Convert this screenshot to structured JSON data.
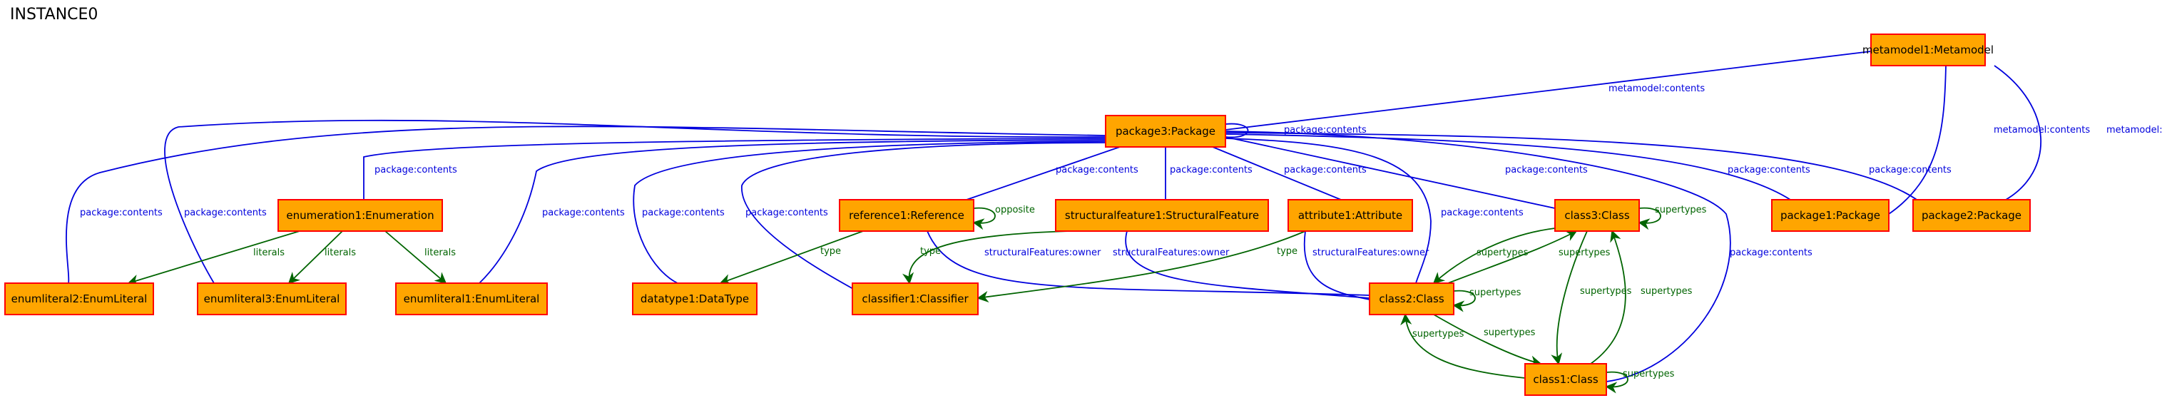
{
  "title": "INSTANCE0",
  "colors": {
    "contents": "#0000dd",
    "ref": "#006400",
    "node_fill": "#ffa500",
    "node_stroke": "#ff0000"
  },
  "nodes": [
    {
      "id": "metamodel1",
      "label": "metamodel1:Metamodel"
    },
    {
      "id": "package3",
      "label": "package3:Package"
    },
    {
      "id": "enumeration1",
      "label": "enumeration1:Enumeration"
    },
    {
      "id": "reference1",
      "label": "reference1:Reference"
    },
    {
      "id": "sf1",
      "label": "structuralfeature1:StructuralFeature"
    },
    {
      "id": "attribute1",
      "label": "attribute1:Attribute"
    },
    {
      "id": "class3",
      "label": "class3:Class"
    },
    {
      "id": "package1",
      "label": "package1:Package"
    },
    {
      "id": "package2",
      "label": "package2:Package"
    },
    {
      "id": "enumliteral2",
      "label": "enumliteral2:EnumLiteral"
    },
    {
      "id": "enumliteral3",
      "label": "enumliteral3:EnumLiteral"
    },
    {
      "id": "enumliteral1",
      "label": "enumliteral1:EnumLiteral"
    },
    {
      "id": "datatype1",
      "label": "datatype1:DataType"
    },
    {
      "id": "classifier1",
      "label": "classifier1:Classifier"
    },
    {
      "id": "class2",
      "label": "class2:Class"
    },
    {
      "id": "class1",
      "label": "class1:Class"
    }
  ],
  "edges": [
    {
      "id": "e-mm-p3",
      "kind": "contents",
      "label": "metamodel:contents"
    },
    {
      "id": "e-mm-p1",
      "kind": "contents",
      "label": "metamodel:contents"
    },
    {
      "id": "e-mm-p2",
      "kind": "contents",
      "label": "metamodel:contents"
    },
    {
      "id": "e-p3-self",
      "kind": "contents",
      "label": "package:contents"
    },
    {
      "id": "e-p3-el2",
      "kind": "contents",
      "label": "package:contents"
    },
    {
      "id": "e-p3-el3",
      "kind": "contents",
      "label": "package:contents"
    },
    {
      "id": "e-p3-enum",
      "kind": "contents",
      "label": "package:contents"
    },
    {
      "id": "e-p3-el1",
      "kind": "contents",
      "label": "package:contents"
    },
    {
      "id": "e-p3-dt",
      "kind": "contents",
      "label": "package:contents"
    },
    {
      "id": "e-p3-cf",
      "kind": "contents",
      "label": "package:contents"
    },
    {
      "id": "e-p3-ref",
      "kind": "contents",
      "label": "package:contents"
    },
    {
      "id": "e-p3-sf",
      "kind": "contents",
      "label": "package:contents"
    },
    {
      "id": "e-p3-attr",
      "kind": "contents",
      "label": "package:contents"
    },
    {
      "id": "e-p3-c2",
      "kind": "contents",
      "label": "package:contents"
    },
    {
      "id": "e-p3-c3",
      "kind": "contents",
      "label": "package:contents"
    },
    {
      "id": "e-p3-p1",
      "kind": "contents",
      "label": "package:contents"
    },
    {
      "id": "e-p3-p2",
      "kind": "contents",
      "label": "package:contents"
    },
    {
      "id": "e-p3-c1",
      "kind": "contents",
      "label": "package:contents"
    },
    {
      "id": "e-enum-el2",
      "kind": "ref",
      "label": "literals"
    },
    {
      "id": "e-enum-el3",
      "kind": "ref",
      "label": "literals"
    },
    {
      "id": "e-enum-el1",
      "kind": "ref",
      "label": "literals"
    },
    {
      "id": "e-ref-self",
      "kind": "ref",
      "label": "opposite"
    },
    {
      "id": "e-ref-dt",
      "kind": "ref",
      "label": "type"
    },
    {
      "id": "e-ref-c2",
      "kind": "contents",
      "label": "structuralFeatures:owner"
    },
    {
      "id": "e-sf-cf",
      "kind": "ref",
      "label": "type"
    },
    {
      "id": "e-sf-c2",
      "kind": "contents",
      "label": "structuralFeatures:owner"
    },
    {
      "id": "e-attr-cf",
      "kind": "ref",
      "label": "type"
    },
    {
      "id": "e-attr-c2",
      "kind": "contents",
      "label": "structuralFeatures:owner"
    },
    {
      "id": "e-c3-self",
      "kind": "ref",
      "label": "supertypes"
    },
    {
      "id": "e-c3-c2",
      "kind": "ref",
      "label": "supertypes"
    },
    {
      "id": "e-c2-c3",
      "kind": "ref",
      "label": "supertypes"
    },
    {
      "id": "e-c2-self",
      "kind": "ref",
      "label": "supertypes"
    },
    {
      "id": "e-c2-c1",
      "kind": "ref",
      "label": "supertypes"
    },
    {
      "id": "e-c1-c2",
      "kind": "ref",
      "label": "supertypes"
    },
    {
      "id": "e-c3-c1",
      "kind": "ref",
      "label": "supertypes"
    },
    {
      "id": "e-c1-c3",
      "kind": "ref",
      "label": "supertypes"
    },
    {
      "id": "e-c1-self",
      "kind": "ref",
      "label": "supertypes"
    }
  ]
}
